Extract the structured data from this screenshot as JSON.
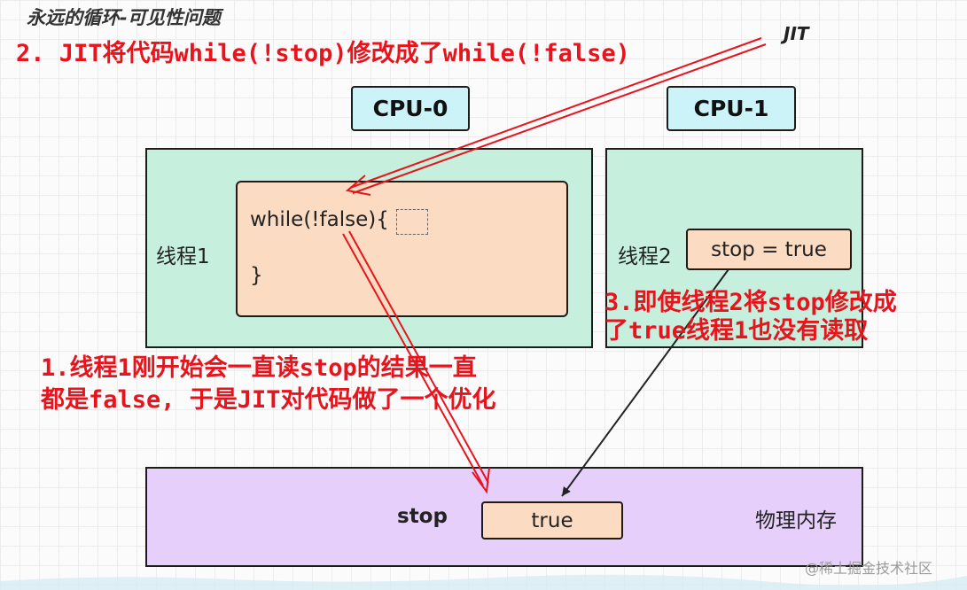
{
  "title": "永远的循环-可见性问题",
  "jit_label": "JIT",
  "notes": {
    "step2": "2. JIT将代码while(!stop)修改成了while(!false)",
    "step1_line1": "1.线程1刚开始会一直读stop的结果一直",
    "step1_line2": "都是false, 于是JIT对代码做了一个优化",
    "step3_line1": "3.即使线程2将stop修改成",
    "step3_line2": "了true线程1也没有读取"
  },
  "cpus": [
    "CPU-0",
    "CPU-1"
  ],
  "thread1": {
    "label": "线程1",
    "code_open": "while(!false){",
    "code_close": "}"
  },
  "thread2": {
    "label": "线程2",
    "statement": "stop = true"
  },
  "memory": {
    "label": "物理内存",
    "var_name": "stop",
    "var_value": "true"
  },
  "watermark": "@稀土掘金技术社区",
  "colors": {
    "cpu_fill": "#ccf3f7",
    "thread_fill": "#c6f0dd",
    "code_fill": "#fbdcc2",
    "memory_fill": "#e6d0fb",
    "annotation_red": "#e8141d"
  }
}
